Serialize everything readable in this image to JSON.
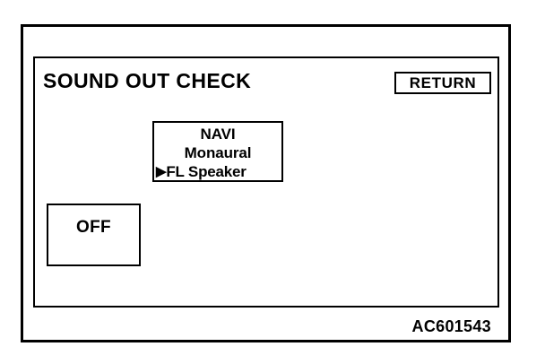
{
  "figure": {
    "reference_code": "AC601543"
  },
  "screen": {
    "title": "SOUND OUT CHECK",
    "return_button": {
      "label": "RETURN"
    },
    "source_box": {
      "lines": [
        {
          "text": "NAVI",
          "selected": false,
          "cursor": ""
        },
        {
          "text": "Monaural",
          "selected": false,
          "cursor": ""
        },
        {
          "text": "FL Speaker",
          "selected": true,
          "cursor": "▶"
        }
      ]
    },
    "status_box": {
      "label": "OFF"
    }
  },
  "colors": {
    "line": "#000000",
    "background": "#ffffff",
    "text": "#000000"
  }
}
